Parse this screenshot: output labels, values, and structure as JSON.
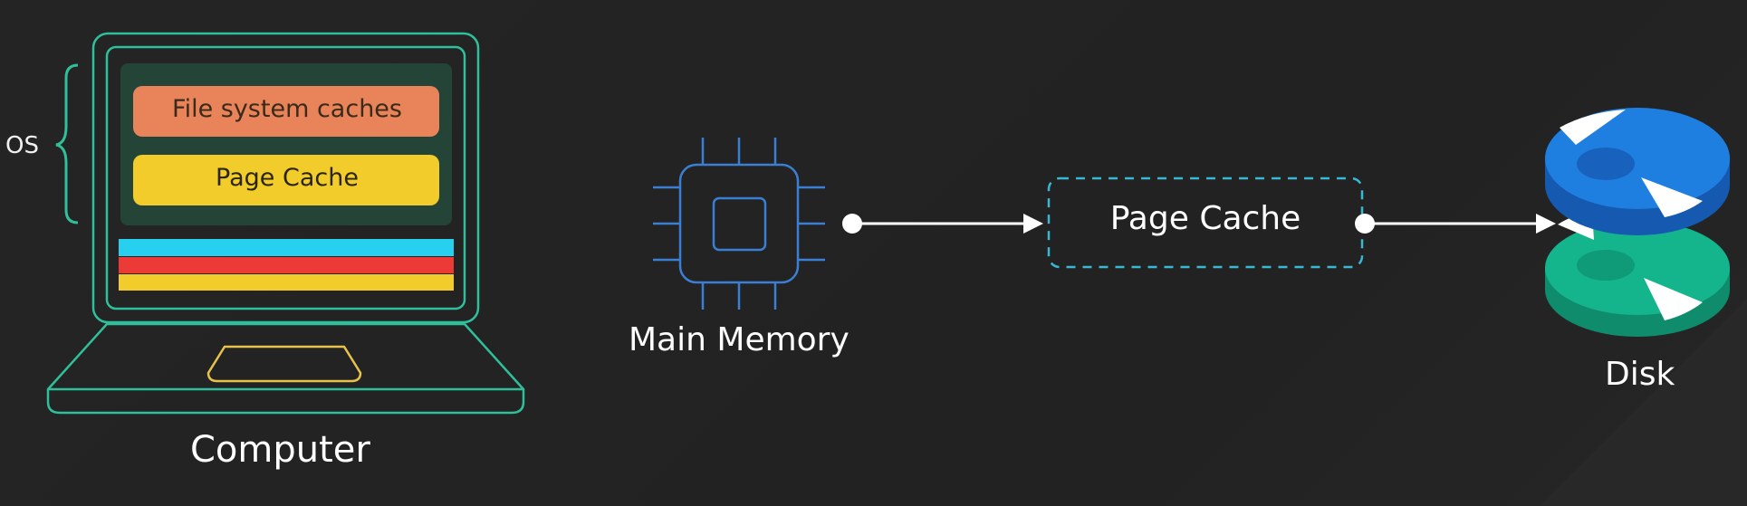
{
  "computer": {
    "label": "Computer",
    "os_label": "OS",
    "caches": [
      {
        "label": "File system caches",
        "color": "#e8835a"
      },
      {
        "label": "Page Cache",
        "color": "#f2cc2a"
      }
    ],
    "memory_bars": [
      "#28d0f0",
      "#ec3a36",
      "#f2cc2a"
    ]
  },
  "main_memory": {
    "label": "Main Memory"
  },
  "page_cache": {
    "label": "Page Cache"
  },
  "disk": {
    "label": "Disk"
  },
  "colors": {
    "background": "#232323",
    "outline": "#2fbf9a",
    "chip": "#3b7fd4",
    "cache_border": "#39b8d4",
    "disk_top": "#1f7fe0",
    "disk_bottom": "#14b48c",
    "arrow": "#ffffff"
  }
}
